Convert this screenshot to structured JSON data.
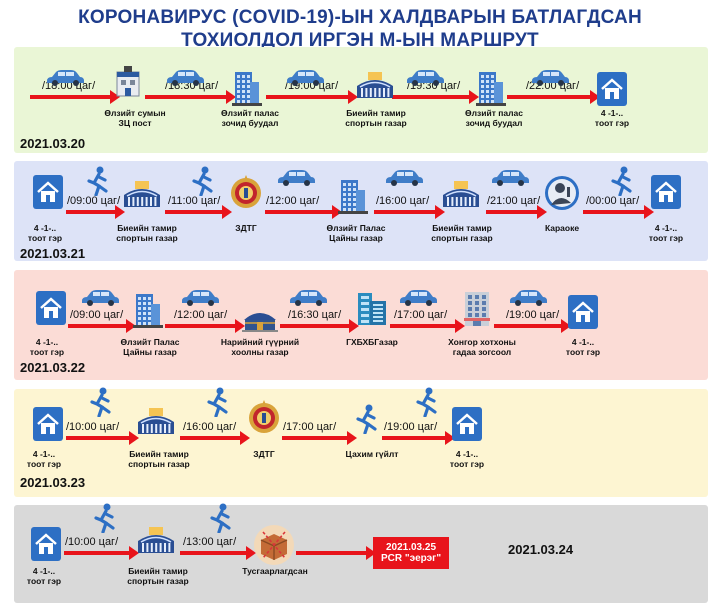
{
  "title": {
    "line1": "КОРОНАВИРУС (COVID-19)-ЫН ХАЛДВАРЫН БАТЛАГДСАН",
    "line2": "ТОХИОЛДОЛ ИРГЭН М-ЫН МАРШРУТ"
  },
  "colors": {
    "band1": "#eaf6d6",
    "band2": "#dde3f7",
    "band3": "#fbdcd6",
    "band4": "#fdf5d2",
    "band5": "#d9d9d9",
    "arrow": "#e8141b",
    "icon_blue": "#2d6fc4",
    "title": "#1f3d8c"
  },
  "days": [
    {
      "date": "2021.03.20",
      "times": [
        "/18:00 цаг/",
        "/18:30 цаг/",
        "/19:00 цаг/",
        "/19:30 цаг/",
        "/22:00 цаг/"
      ],
      "stops": [
        {
          "icon": "police-post-icon",
          "label": "Өлзийт сумын\nЗЦ пост"
        },
        {
          "icon": "building-icon",
          "label": "Өлзийт палас\nзочид буудал"
        },
        {
          "icon": "stadium-icon",
          "label": "Биеийн тамир\nспортын газар"
        },
        {
          "icon": "building-icon",
          "label": "Өлзийт палас\nзочид буудал"
        },
        {
          "icon": "home-icon",
          "label": "4 -1-..\nтоот гэр"
        }
      ]
    },
    {
      "date": "2021.03.21",
      "times": [
        "/09:00 цаг/",
        "/11:00 цаг/",
        "/12:00 цаг/",
        "/16:00 цаг/",
        "/21:00 цаг/",
        "/00:00 цаг/"
      ],
      "stops": [
        {
          "icon": "home-icon",
          "label": "4 -1-..\nтоот гэр"
        },
        {
          "icon": "stadium-icon",
          "label": "Биеийн тамир\nспортын газар"
        },
        {
          "icon": "emblem-icon",
          "label": "ЗДТГ"
        },
        {
          "icon": "building-icon",
          "label": "Өлзийт Палас\nЦайны газар"
        },
        {
          "icon": "stadium-icon",
          "label": "Биеийн тамир\nспортын газар"
        },
        {
          "icon": "karaoke-icon",
          "label": "Караоке"
        },
        {
          "icon": "home-icon",
          "label": "4 -1-..\nтоот гэр"
        }
      ]
    },
    {
      "date": "2021.03.22",
      "times": [
        "/09:00 цаг/",
        "/12:00 цаг/",
        "/16:30 цаг/",
        "/17:00 цаг/",
        "/19:00 цаг/"
      ],
      "stops": [
        {
          "icon": "home-icon",
          "label": "4 -1-..\nтоот гэр"
        },
        {
          "icon": "building-icon",
          "label": "Өлзийт Палас\nЦайны газар"
        },
        {
          "icon": "ger-icon",
          "label": "Нарийний гүүрний\nхоолны газар"
        },
        {
          "icon": "office-icon",
          "label": "ГХБХБГазар"
        },
        {
          "icon": "shop-icon",
          "label": "Хонгор хотхоны\nгадаа зогсоол"
        },
        {
          "icon": "home-icon",
          "label": "4 -1-..\nтоот гэр"
        }
      ]
    },
    {
      "date": "2021.03.23",
      "times": [
        "/10:00 цаг/",
        "/16:00 цаг/",
        "/17:00 цаг/",
        "/19:00 цаг/"
      ],
      "stops": [
        {
          "icon": "home-icon",
          "label": "4 -1-..\nтоот гэр"
        },
        {
          "icon": "stadium-icon",
          "label": "Биеийн тамир\nспортын газар"
        },
        {
          "icon": "emblem-icon",
          "label": "ЗДТГ"
        },
        {
          "icon": "runner-icon",
          "label": "Цахим гүйлт"
        },
        {
          "icon": "home-icon",
          "label": "4 -1-..\nтоот гэр"
        }
      ]
    },
    {
      "date": "2021.03.24",
      "times": [
        "/10:00 цаг/",
        "/13:00 цаг/"
      ],
      "stops": [
        {
          "icon": "home-icon",
          "label": "4 -1-..\nтоот гэр"
        },
        {
          "icon": "stadium-icon",
          "label": "Биеийн тамир\nспортын газар"
        },
        {
          "icon": "quarantine-icon",
          "label": "Тусгаарлагдсан"
        }
      ],
      "pcr": {
        "line1": "2021.03.25",
        "line2": "PCR \"эерэг\""
      }
    }
  ]
}
